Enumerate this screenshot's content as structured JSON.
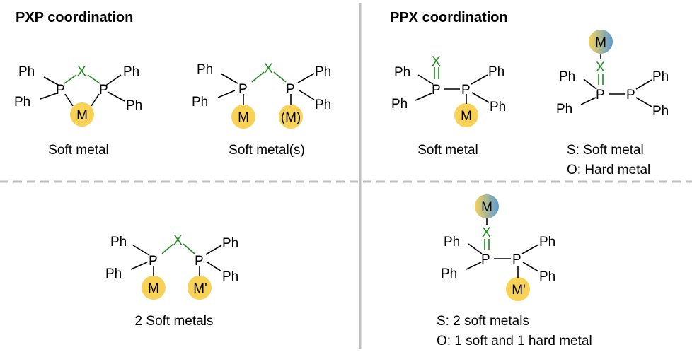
{
  "headings": {
    "pxp": "PXP coordination",
    "ppx": "PPX coordination"
  },
  "atoms": {
    "phenyl": "Ph",
    "phosphorus": "P",
    "bridge": "X",
    "metal": "M",
    "metal_optional": "(M)",
    "metal_prime": "M'"
  },
  "captions": {
    "pxp_chelate": "Soft metal",
    "pxp_bridge": "Soft metal(s)",
    "ppx_p_bound": "Soft metal",
    "ppx_x_bound_s": "S: Soft metal",
    "ppx_x_bound_o": "O: Hard metal",
    "pxp_bimetallic": "2 Soft metals",
    "ppx_bimetallic_s": "S: 2 soft metals",
    "ppx_bimetallic_o": "O: 1 soft and 1 hard metal"
  },
  "colors": {
    "soft_metal": "#f7d257",
    "hard_metal": "#5b9bd5",
    "bridge_atom": "#1a8a1a",
    "divider": "#bfbfbf"
  }
}
